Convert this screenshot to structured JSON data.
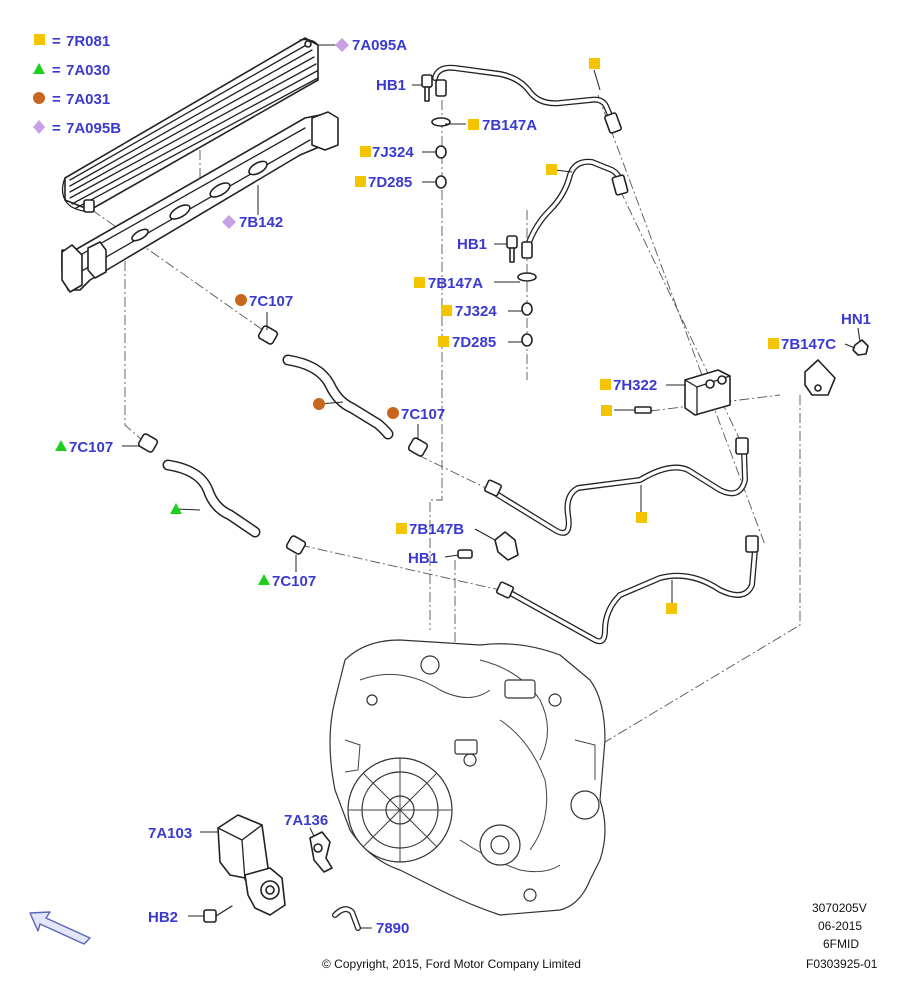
{
  "legend": [
    {
      "symbol": "square",
      "color": "#f5c400",
      "code": "7R081"
    },
    {
      "symbol": "triangle",
      "color": "#1ecf1e",
      "code": "7A030"
    },
    {
      "symbol": "circle",
      "color": "#c8651e",
      "code": "7A031"
    },
    {
      "symbol": "diamond",
      "color": "#c9a0e8",
      "code": "7A095B"
    }
  ],
  "callouts": {
    "c7A095A": "7A095A",
    "c7B142": "7B142",
    "cHB1_top": "HB1",
    "c7B147A_top": "7B147A",
    "c7J324_top": "7J324",
    "c7D285_top": "7D285",
    "cHB1_mid": "HB1",
    "c7B147A_mid": "7B147A",
    "c7J324_mid": "7J324",
    "c7D285_mid": "7D285",
    "c7C107_1": "7C107",
    "c7C107_2": "7C107",
    "c7C107_3": "7C107",
    "c7C107_4": "7C107",
    "cHN1": "HN1",
    "c7B147C": "7B147C",
    "c7H322": "7H322",
    "c7B147B": "7B147B",
    "cHB1_low": "HB1",
    "c7A103": "7A103",
    "c7A136": "7A136",
    "cHB2": "HB2",
    "c7890": "7890"
  },
  "footer": {
    "copyright": "© Copyright, 2015, Ford Motor Company Limited",
    "ref_number": "3070205V",
    "date": "06-2015",
    "model": "6FMID",
    "figure_id": "F0303925-01"
  },
  "icons": {
    "direction_arrow": "front-direction-arrow-icon"
  }
}
